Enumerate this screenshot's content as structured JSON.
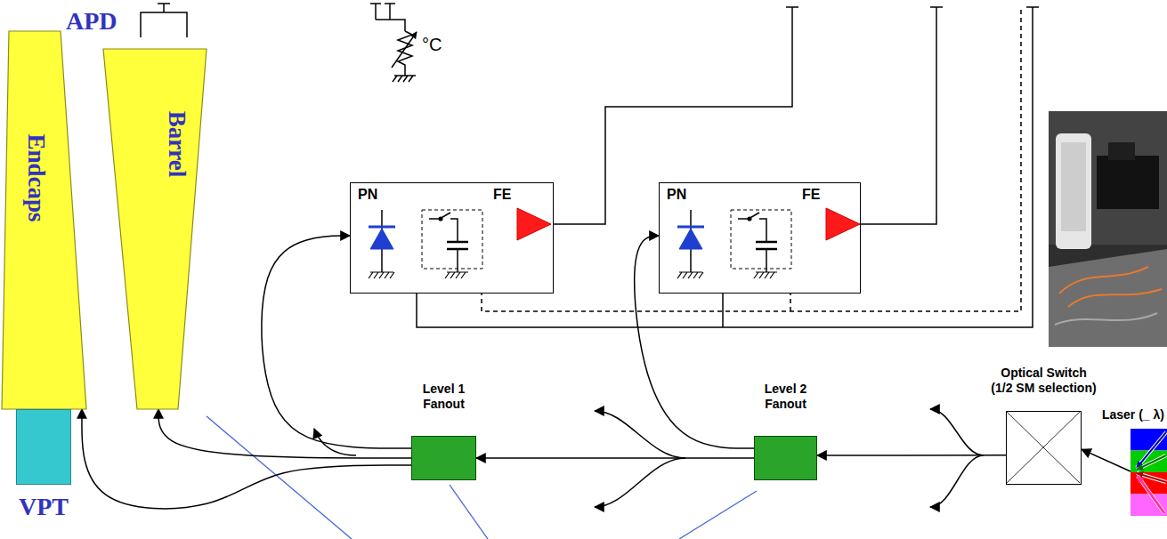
{
  "diagram": {
    "nodes": [
      {
        "text": [
          "Endcaps"
        ]
      },
      {
        "text": [
          "Barrel"
        ]
      },
      {
        "text": [
          "VPT"
        ]
      },
      {
        "text": [
          "PN",
          "FE"
        ]
      },
      {
        "text": [
          "PN",
          "FE"
        ]
      },
      {
        "text": [
          "Level 1 Fanout"
        ]
      },
      {
        "text": [
          "Level 2 Fanout"
        ]
      },
      {
        "text": [
          "Optical Switch (1/2 SM selection)"
        ]
      },
      {
        "text": [
          "Laser (_ λ)"
        ]
      }
    ],
    "edges": [
      {
        "from": 8,
        "to": 7,
        "arrow": "to"
      },
      {
        "from": 7,
        "to": 6,
        "arrow": "to"
      },
      {
        "from": 6,
        "to": 5,
        "arrow": "to"
      },
      {
        "from": 6,
        "to": 4,
        "arrow": "to"
      },
      {
        "from": 5,
        "to": 3,
        "arrow": "to"
      },
      {
        "from": 5,
        "to": 1,
        "arrow": "to"
      },
      {
        "from": 5,
        "to": 0,
        "arrow": "to"
      }
    ],
    "labels": [
      "APD",
      "°C"
    ]
  }
}
